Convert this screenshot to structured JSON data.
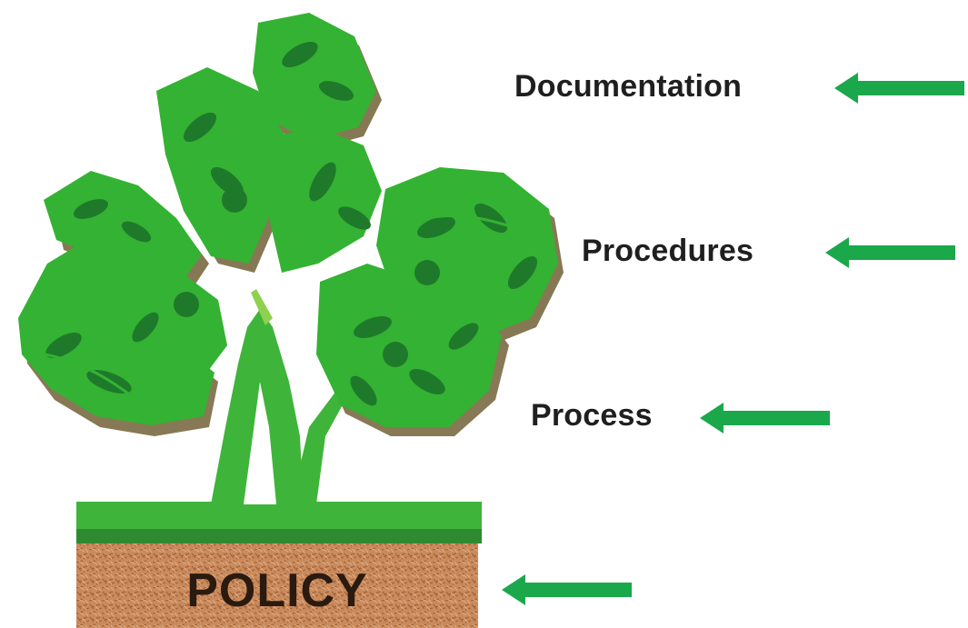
{
  "labels": {
    "documentation": "Documentation",
    "procedures": "Procedures",
    "process": "Process",
    "policy": "POLICY"
  },
  "colors": {
    "leaf_green": "#34b233",
    "dark_leaf": "#1e7a2a",
    "shadow_brown": "#8a6a3a",
    "arrow_green": "#1aa84b",
    "soil": "#c9875a",
    "ground_bar": "#3fb43a"
  }
}
